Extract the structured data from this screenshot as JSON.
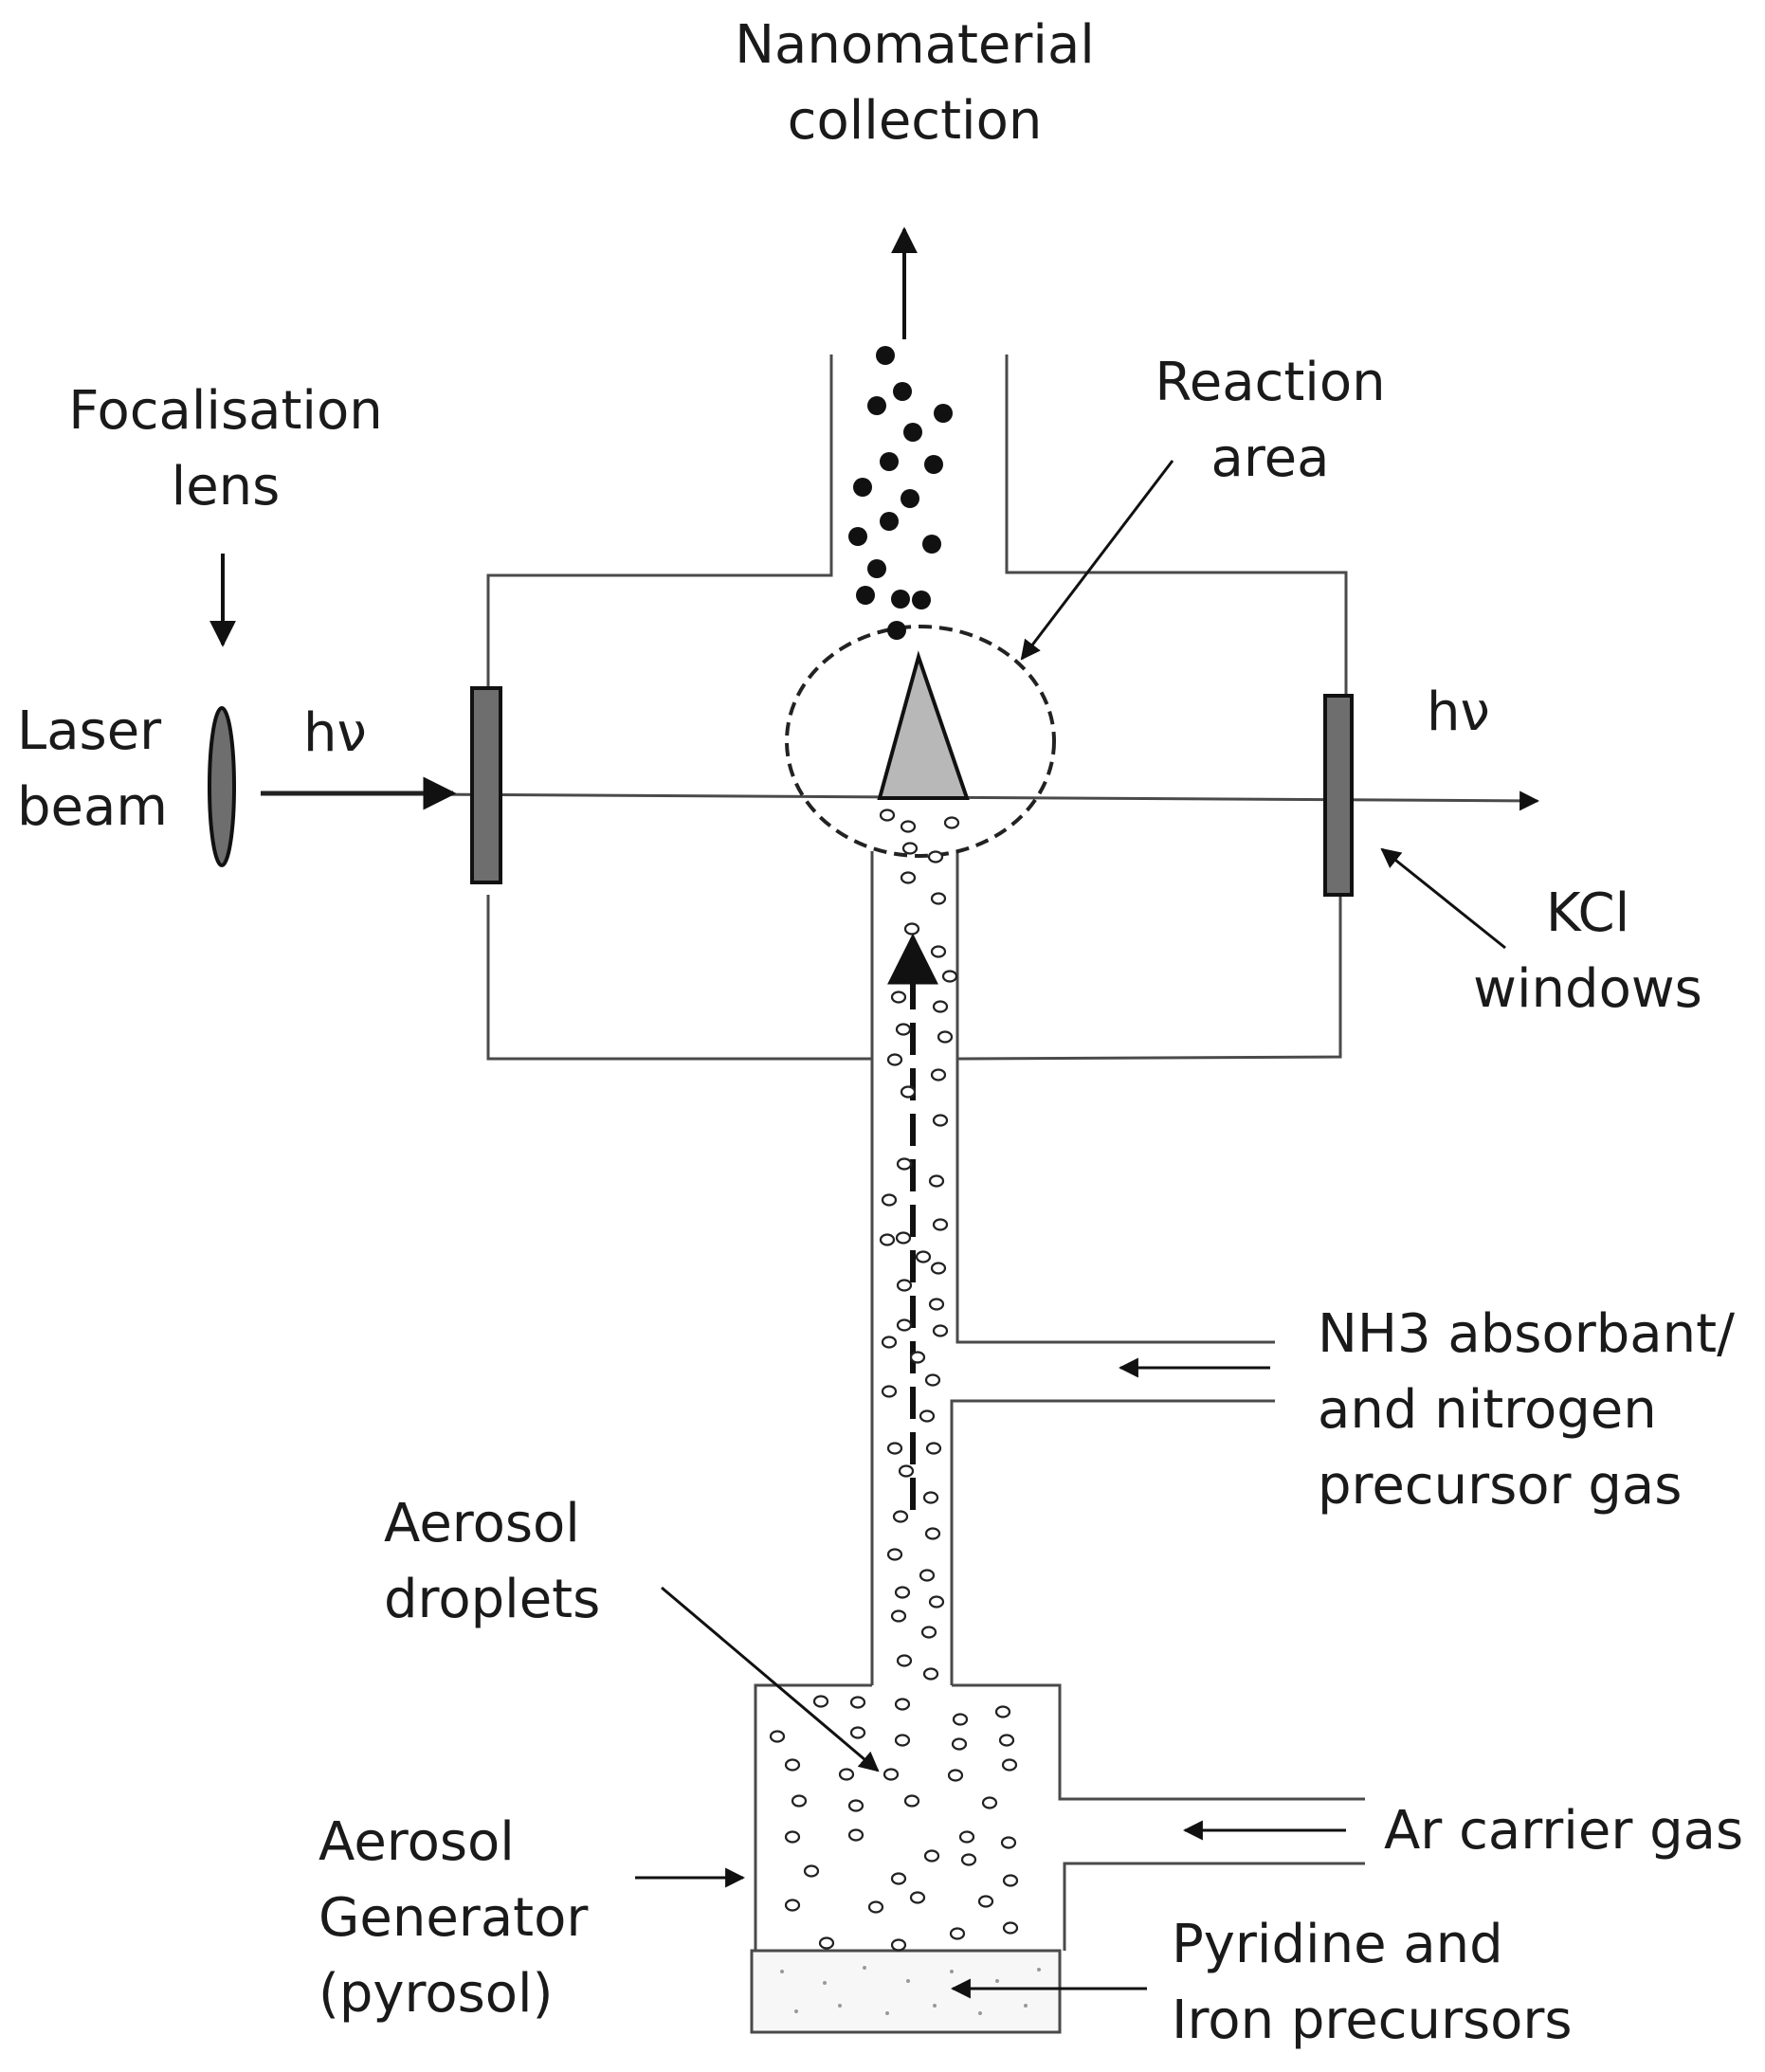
{
  "labels": {
    "collection": [
      "Nanomaterial",
      "collection"
    ],
    "lens": [
      "Focalisation",
      "lens"
    ],
    "laser": [
      "Laser",
      "beam"
    ],
    "hv_in": "hν",
    "hv_out": "hν",
    "reaction": [
      "Reaction",
      "area"
    ],
    "kcl": [
      "KCl",
      "windows"
    ],
    "nh3": [
      "NH3 absorbant/",
      "and nitrogen",
      "precursor gas"
    ],
    "droplets": [
      "Aerosol",
      "droplets"
    ],
    "generator": [
      "Aerosol",
      "Generator",
      "(pyrosol)"
    ],
    "argon": "Ar carrier gas",
    "precursors": [
      "Pyridine and",
      "Iron precursors"
    ]
  },
  "colors": {
    "line": "#4a4a4a",
    "text": "#1a1a1a",
    "window_fill": "#6e6e6e",
    "cone_fill": "#b8b8b8",
    "liquid_fill": "#f7f7f7"
  }
}
